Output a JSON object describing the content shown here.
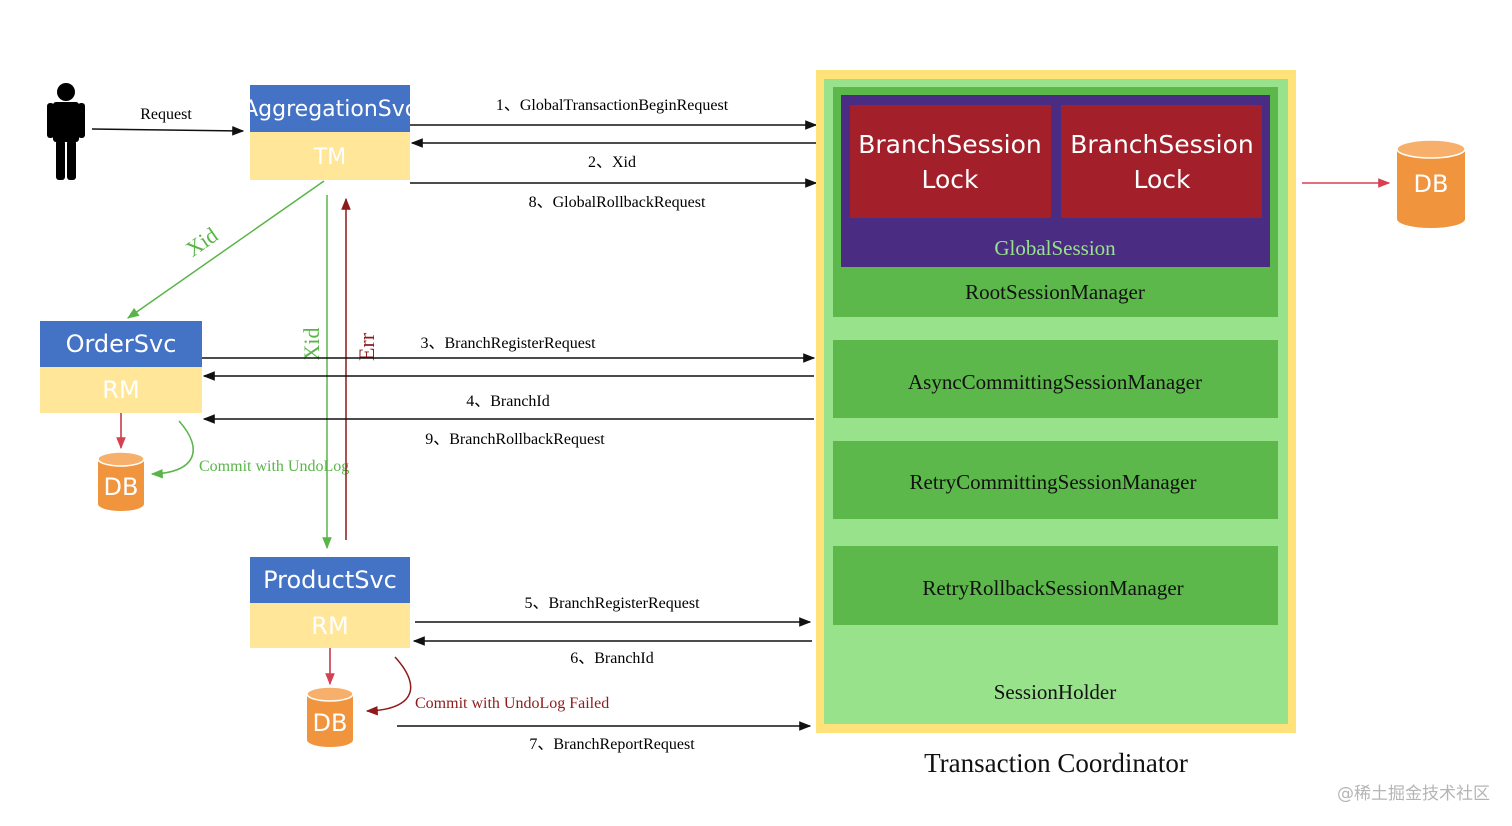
{
  "actor": {
    "icon": "person-icon",
    "request_label": "Request"
  },
  "services": {
    "aggregation": {
      "name": "AggregationSvc",
      "role": "TM"
    },
    "order": {
      "name": "OrderSvc",
      "role": "RM",
      "db": "DB",
      "commit_label": "Commit with UndoLog"
    },
    "product": {
      "name": "ProductSvc",
      "role": "RM",
      "db": "DB",
      "commit_label": "Commit with UndoLog Failed"
    }
  },
  "flows": {
    "xid_to_order": "Xid",
    "xid_to_product": "Xid",
    "err_from_product": "Err"
  },
  "messages": {
    "m1": "1、GlobalTransactionBeginRequest",
    "m2": "2、Xid",
    "m8": "8、GlobalRollbackRequest",
    "m3": "3、BranchRegisterRequest",
    "m4": "4、BranchId",
    "m9": "9、BranchRollbackRequest",
    "m5": "5、BranchRegisterRequest",
    "m6": "6、BranchId",
    "m7": "7、BranchReportRequest"
  },
  "coordinator": {
    "title": "Transaction Coordinator",
    "branch_lock_1": [
      "BranchSession",
      "Lock"
    ],
    "branch_lock_2": [
      "BranchSession",
      "Lock"
    ],
    "global_session": "GlobalSession",
    "root_manager": "RootSessionManager",
    "async_manager": "AsyncCommittingSessionManager",
    "retry_commit_manager": "RetryCommittingSessionManager",
    "retry_rollback_manager": "RetryRollbackSessionManager",
    "session_holder": "SessionHolder",
    "db": "DB"
  },
  "watermark": "@稀土掘金技术社区",
  "colors": {
    "service_header": "#4472c4",
    "service_body": "#ffe699",
    "coordinator_border": "#ffe37a",
    "coordinator_fill": "#98e28b",
    "manager_fill": "#5cb84a",
    "global_session_fill": "#4b2c83",
    "lock_fill": "#a31f2a",
    "db_fill": "#f0943d",
    "green_arrow": "#5ab548",
    "red_arrow": "#8e1a1a"
  }
}
